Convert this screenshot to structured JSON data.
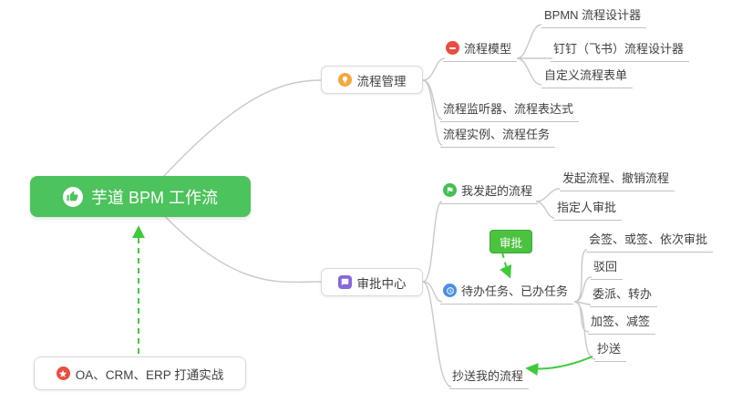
{
  "root": {
    "label": "芋道 BPM 工作流"
  },
  "nodes": {
    "process_mgmt": {
      "label": "流程管理"
    },
    "process_model": {
      "label": "流程模型"
    },
    "bpmn_designer": {
      "label": "BPMN 流程设计器"
    },
    "dingtalk_designer": {
      "label": "钉钉（飞书）流程设计器"
    },
    "custom_form": {
      "label": "自定义流程表单"
    },
    "listener_expr": {
      "label": "流程监听器、流程表达式"
    },
    "instance_task": {
      "label": "流程实例、流程任务"
    },
    "approval_center": {
      "label": "审批中心"
    },
    "my_initiated": {
      "label": "我发起的流程"
    },
    "initiate_cancel": {
      "label": "发起流程、撤销流程"
    },
    "assignee_approval": {
      "label": "指定人审批"
    },
    "todo_done": {
      "label": "待办任务、已办任务"
    },
    "countersign": {
      "label": "会签、或签、依次审批"
    },
    "reject": {
      "label": "驳回"
    },
    "delegate_transfer": {
      "label": "委派、转办"
    },
    "add_reduce_sign": {
      "label": "加签、减签"
    },
    "cc": {
      "label": "抄送"
    },
    "cc_my_process": {
      "label": "抄送我的流程"
    },
    "oa_integration": {
      "label": "OA、CRM、ERP 打通实战"
    }
  },
  "labels": {
    "approval_arrow": "审批"
  },
  "colors": {
    "root_bg": "#4cc35c",
    "accent_green": "#3fca3b",
    "connector": "#c9c9c9",
    "underline": "#c2c2c2",
    "text": "#3f3f3f",
    "box_border": "#d8d8d8",
    "icon_orange": "#f6a63b",
    "icon_red": "#ea4d41",
    "icon_green": "#43bf53",
    "icon_blue": "#4a90e2",
    "icon_purple": "#8866dd",
    "tag_bg": "#4cc241",
    "tag_border": "#3aa834"
  }
}
